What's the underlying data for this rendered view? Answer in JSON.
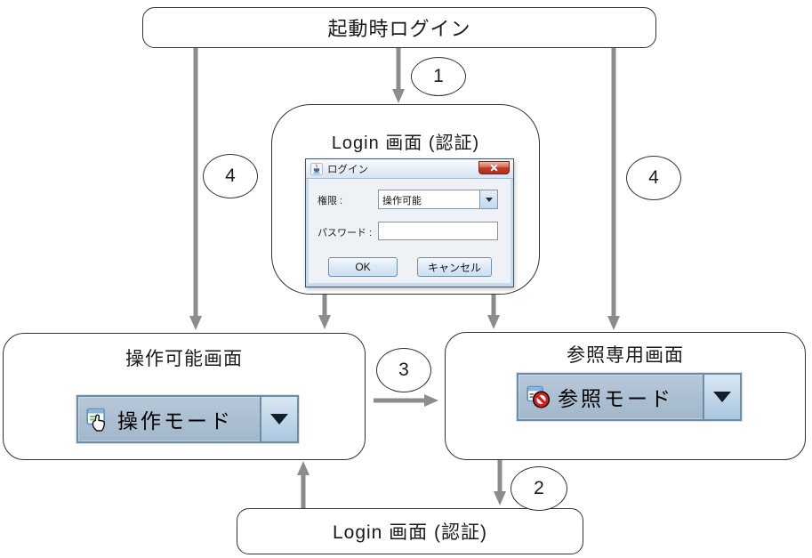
{
  "nodes": {
    "startup": {
      "label": "起動時ログイン"
    },
    "login_top": {
      "label": "Login 画面 (認証)"
    },
    "operational": {
      "label": "操作可能画面"
    },
    "readonly": {
      "label": "参照専用画面"
    },
    "login_bottom": {
      "label": "Login 画面 (認証)"
    }
  },
  "badges": {
    "s1": "1",
    "s2": "2",
    "s3": "3",
    "s4": "4"
  },
  "login_dialog": {
    "title": "ログイン",
    "permission_label": "権限 :",
    "permission_value": "操作可能",
    "password_label": "パスワード :",
    "password_value": "",
    "ok_button": "OK",
    "cancel_button": "キャンセル"
  },
  "mode_selectors": {
    "operational": {
      "label": "操作モード"
    },
    "readonly": {
      "label": "参照モード"
    }
  },
  "icons": {
    "dialog_titlebar": "java-coffee-cup-icon",
    "dialog_close": "close-x-icon",
    "combo": "chevron-down-icon",
    "operational_mode": "hand-window-icon",
    "readonly_mode": "no-entry-window-icon"
  },
  "colors": {
    "arrow": "#8c8c8c",
    "node_border": "#333333",
    "selector_bg": "#a9bdd1",
    "selector_button": "#bcd4ea",
    "close_button_red": "#c23b28",
    "dialog_frame": "#c9daeb"
  }
}
